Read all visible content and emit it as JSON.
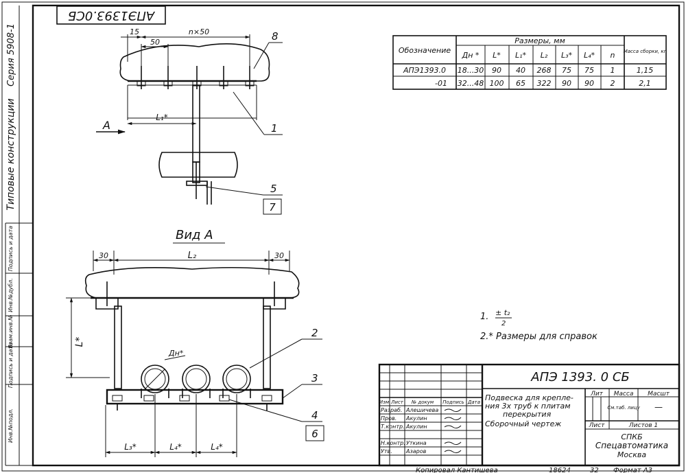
{
  "stamp_rotated": "АПЭ1393.0СБ",
  "side_strip": {
    "series": "Серия  5908-1",
    "typical": "Типовые конструкции",
    "fields": [
      "Инв.№подл.",
      "Подпись и дата",
      "Взам.инв.№",
      "Инв.№дубл.",
      "Подпись и дата"
    ]
  },
  "top_view": {
    "dim_15": "15",
    "dim_50": "50",
    "dim_nx50": "n×50",
    "dim_L1": "L₁*",
    "view_arrow": "A",
    "callouts": [
      "8",
      "1",
      "5",
      "7"
    ]
  },
  "view_a": {
    "title": "Вид А",
    "dim_30_left": "30",
    "dim_30_right": "30",
    "dim_L2": "L₂",
    "dim_L": "L*",
    "dim_Dn": "Дн*",
    "dim_L3": "L₃*",
    "dim_L4a": "L₄*",
    "dim_L4b": "L₄*",
    "callouts": [
      "2",
      "3",
      "4",
      "6"
    ]
  },
  "table": {
    "header_designation": "Обозначение",
    "header_group": "Размеры, мм",
    "header_mass": "Масса сборки, кг",
    "columns": [
      "Дн *",
      "L*",
      "L₁*",
      "L₂",
      "L₃*",
      "L₄*",
      "n"
    ],
    "rows": [
      {
        "designation": "АПЭ1393.0",
        "values": [
          "18...30",
          "90",
          "40",
          "268",
          "75",
          "75",
          "1"
        ],
        "mass": "1,15"
      },
      {
        "designation": "-01",
        "values": [
          "32...48",
          "100",
          "65",
          "322",
          "90",
          "90",
          "2"
        ],
        "mass": "2,1"
      }
    ]
  },
  "notes": {
    "n1_prefix": "1.",
    "n1_formula_num": "± t₂",
    "n1_formula_den": "2",
    "n2": "2.* Размеры для справок"
  },
  "title_block": {
    "code": "АПЭ 1393. 0 СБ",
    "name_lines": [
      "Подвеска для крепле-",
      "ния 3х труб к плитам",
      "перекрытия"
    ],
    "doc_type": "Сборочный чертеж",
    "head_lit": "Лит",
    "head_mass": "Масса",
    "head_scale": "Масшт",
    "mass_value": "См.таб. лицу",
    "scale_value": "—",
    "sheet_label": "Лист",
    "sheets_label": "Листов 1",
    "org_lines": [
      "СПКБ",
      "Спецавтоматика",
      "Москва"
    ],
    "sig_header": [
      "Изм",
      "Лист",
      "№ докум",
      "Подпись",
      "Дата"
    ],
    "signers": [
      {
        "role": "Разраб.",
        "name": "Алешичева"
      },
      {
        "role": "Пров.",
        "name": "Акулин"
      },
      {
        "role": "Т.контр.",
        "name": "Акулин"
      },
      {
        "role": "",
        "name": ""
      },
      {
        "role": "Н.контр.",
        "name": "Уткина"
      },
      {
        "role": "Утв.",
        "name": "Азаров"
      }
    ]
  },
  "footer": {
    "copied": "Копировал  Кантишева",
    "number": "18624",
    "code": "32",
    "format": "Формат А3"
  }
}
